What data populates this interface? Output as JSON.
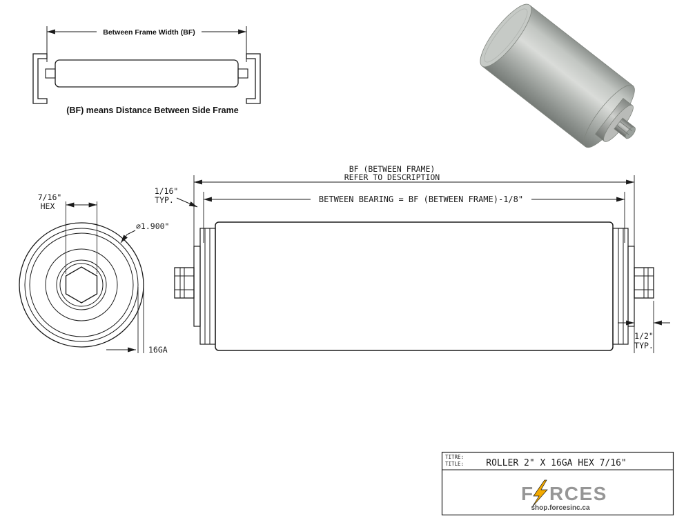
{
  "sheet": {
    "background": "#ffffff",
    "line_color": "#1a1a1a"
  },
  "frame_diagram": {
    "width_label": "Between Frame Width (BF)",
    "caption": "(BF) means Distance Between Side Frame"
  },
  "end_view": {
    "hex_size": "7/16\"",
    "hex_word": "HEX",
    "diameter": "⌀1.900\"",
    "gauge": "16GA"
  },
  "side_view": {
    "bf_line1": "BF (BETWEEN FRAME)",
    "bf_line2": "REFER TO DESCRIPTION",
    "between_bearing": "BETWEEN BEARING = BF (BETWEEN FRAME)-1/8\"",
    "typ_left_value": "1/16\"",
    "typ_left_word": "TYP.",
    "typ_right_value": "1/2\"",
    "typ_right_word": "TYP."
  },
  "title_block": {
    "titre_label": "TITRE:",
    "title_label": "TITLE:",
    "drawing_title": "ROLLER 2\" X 16GA HEX 7/16\"",
    "brand_left": "F",
    "brand_right": "RCES",
    "brand_color": "#969696",
    "bolt_color": "#f2a900",
    "website": "shop.forcesinc.ca"
  }
}
